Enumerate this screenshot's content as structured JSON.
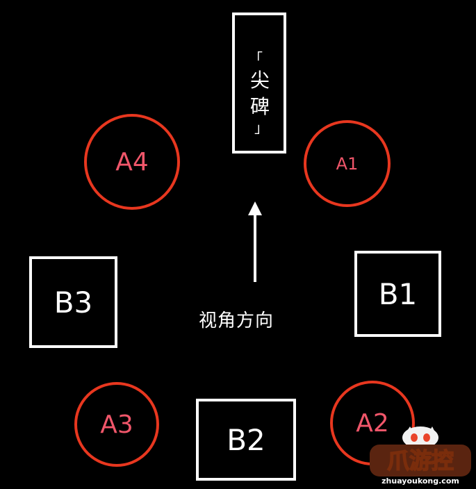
{
  "stele": {
    "open_bracket": "「",
    "char1": "尖",
    "char2": "碑",
    "close_bracket": "」"
  },
  "circles": {
    "a1": "A1",
    "a2": "A2",
    "a3": "A3",
    "a4": "A4"
  },
  "boxes": {
    "b1": "B1",
    "b2": "B2",
    "b3": "B3"
  },
  "view_direction_label": "视角方向",
  "watermark": {
    "brand": "爪游控",
    "domain": "zhuayoukong.com"
  },
  "colors": {
    "background": "#000000",
    "circle_stroke": "#e8371f",
    "circle_text": "#f0566a",
    "box_stroke": "#ffffff"
  }
}
